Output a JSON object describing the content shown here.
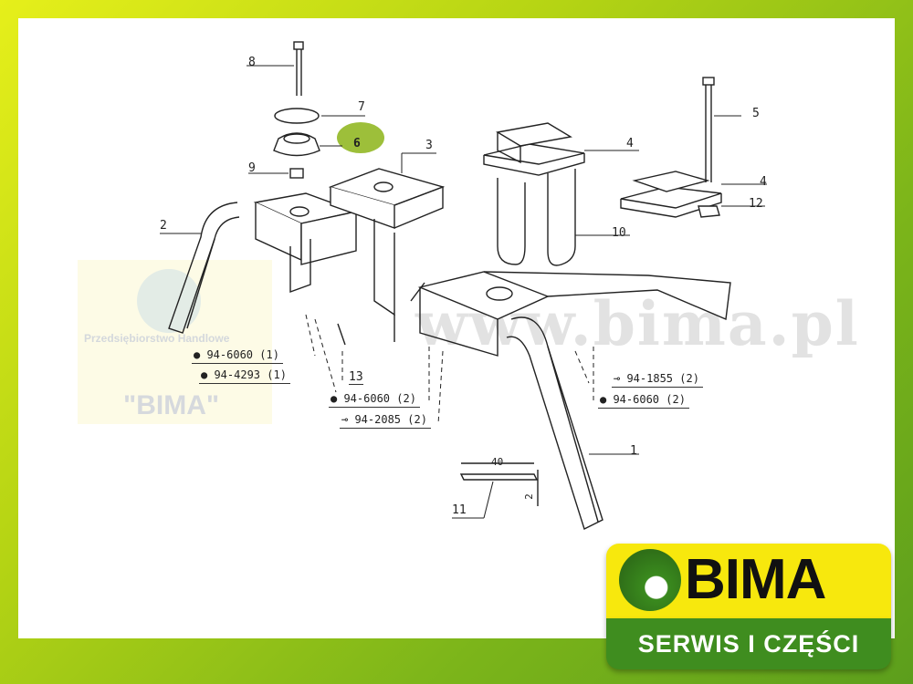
{
  "watermark": {
    "company_line": "Przedsiębiorstwo Handlowe",
    "company_name": "\"BIMA\"",
    "url": "www.bima.pl"
  },
  "part_labels": {
    "p1": "1",
    "p2": "2",
    "p3": "3",
    "p4a": "4",
    "p4b": "4",
    "p5": "5",
    "p6": "6",
    "p7": "7",
    "p8": "8",
    "p9": "9",
    "p10": "10",
    "p11": "11",
    "p12": "12",
    "p13": "13"
  },
  "dimensions": {
    "width": "40",
    "thickness": "2"
  },
  "hardware_refs": [
    {
      "icon": "nut-icon",
      "text": "94-6060 (1)"
    },
    {
      "icon": "nut-icon",
      "text": "94-4293 (1)"
    },
    {
      "icon": "nut-icon",
      "text": "94-6060 (2)"
    },
    {
      "icon": "bolt-icon",
      "text": "94-2085 (2)"
    },
    {
      "icon": "bolt-icon",
      "text": "94-1855 (2)"
    },
    {
      "icon": "nut-icon",
      "text": "94-6060 (2)"
    }
  ],
  "highlight_color": "#9dbf3a",
  "logo": {
    "brand": "BIMA",
    "tagline": "SERWIS I CZĘŚCI"
  }
}
